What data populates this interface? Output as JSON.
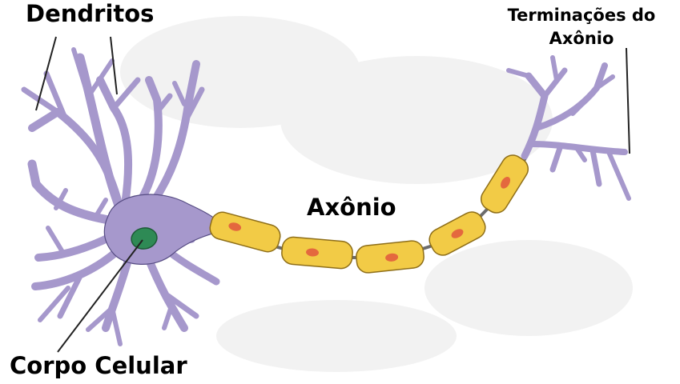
{
  "labels": {
    "dendritos": "Dendritos",
    "terminacoes_line1": "Terminações do",
    "terminacoes_line2": "Axônio",
    "axonio": "Axônio",
    "corpo_celular": "Corpo Celular"
  },
  "colors": {
    "cell_body": "#A698CC",
    "cell_outline": "#564C83",
    "nucleus": "#2E8A55",
    "nucleus_outline": "#1C5A36",
    "myelin": "#F2CB46",
    "myelin_outline": "#8E6E18",
    "schwann_nucleus": "#E4683E",
    "axon": "#6C6C6C",
    "leader_line": "#222222",
    "background_cloud": "#F3F3F3"
  }
}
